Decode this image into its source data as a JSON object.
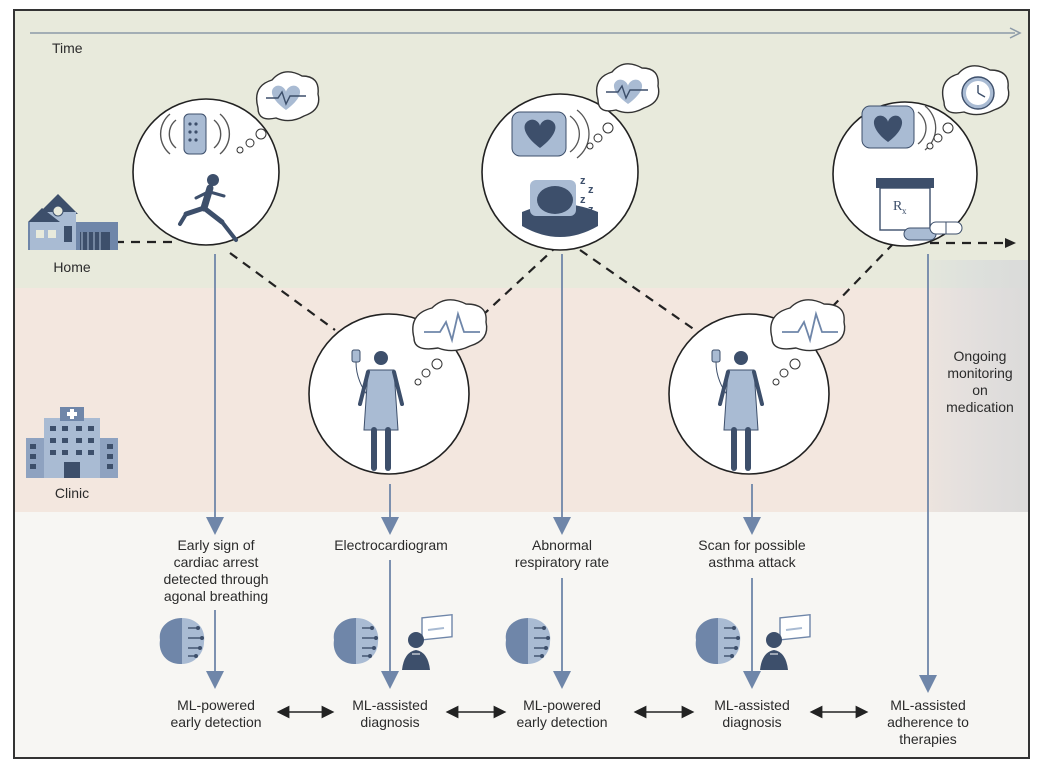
{
  "axis": {
    "time_label": "Time"
  },
  "zones": {
    "home": "Home",
    "clinic": "Clinic"
  },
  "ongoing": [
    "Ongoing",
    "monitoring",
    "on",
    "medication"
  ],
  "events": [
    {
      "lines": [
        "Early sign of",
        "cardiac arrest",
        "detected through",
        "agonal breathing"
      ]
    },
    {
      "lines": [
        "Electrocardiogram"
      ]
    },
    {
      "lines": [
        "Abnormal",
        "respiratory rate"
      ]
    },
    {
      "lines": [
        "Scan for possible",
        "asthma attack"
      ]
    }
  ],
  "outcomes": [
    {
      "lines": [
        "ML-powered",
        "early detection"
      ]
    },
    {
      "lines": [
        "ML-assisted",
        "diagnosis"
      ]
    },
    {
      "lines": [
        "ML-powered",
        "early detection"
      ]
    },
    {
      "lines": [
        "ML-assisted",
        "diagnosis"
      ]
    },
    {
      "lines": [
        "ML-assisted",
        "adherence to",
        "therapies"
      ]
    }
  ],
  "rx_label": "R",
  "rx_sub": "x",
  "colors": {
    "home_band": "#e8eadc",
    "clinic_band": "#f3e7df",
    "lower_band": "#f7f6f3",
    "figure_blue": "#3d4f6b",
    "light_blue": "#a9bbd3",
    "line_blue": "#6f86a9",
    "border": "#333333"
  }
}
